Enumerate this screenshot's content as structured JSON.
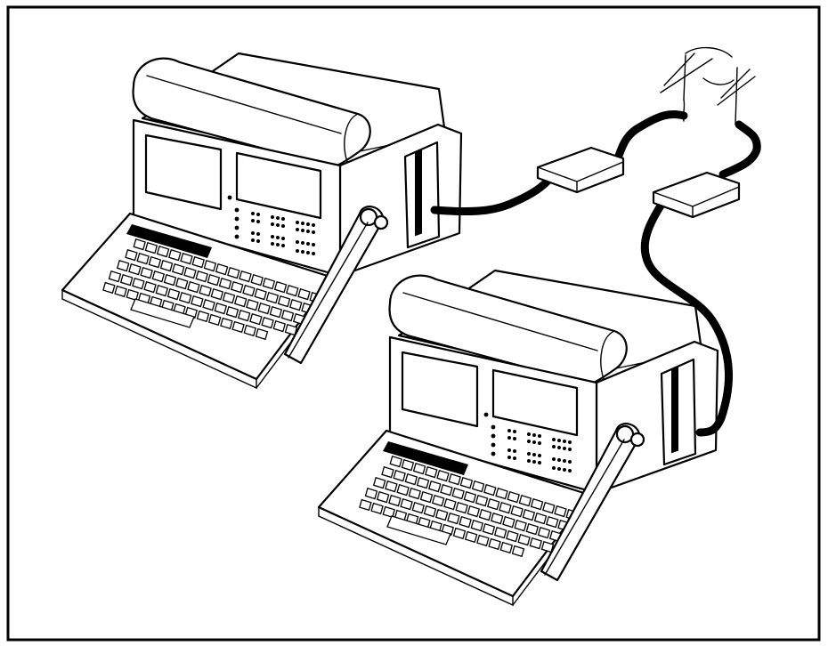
{
  "figure": {
    "frame_color": "#000000",
    "background_color": "#ffffff",
    "ink_color": "#000000",
    "labels": []
  },
  "components": {
    "analyzers": [
      "portable-analyzer-left",
      "portable-analyzer-right"
    ],
    "adapters": [
      "adapter-box-left",
      "adapter-box-right"
    ],
    "cables": [
      "cable-left-to-adapter",
      "cable-adapter-to-line",
      "cable-line-to-adapter",
      "cable-adapter-to-right"
    ],
    "line_symbol": "line-tap-icon"
  }
}
